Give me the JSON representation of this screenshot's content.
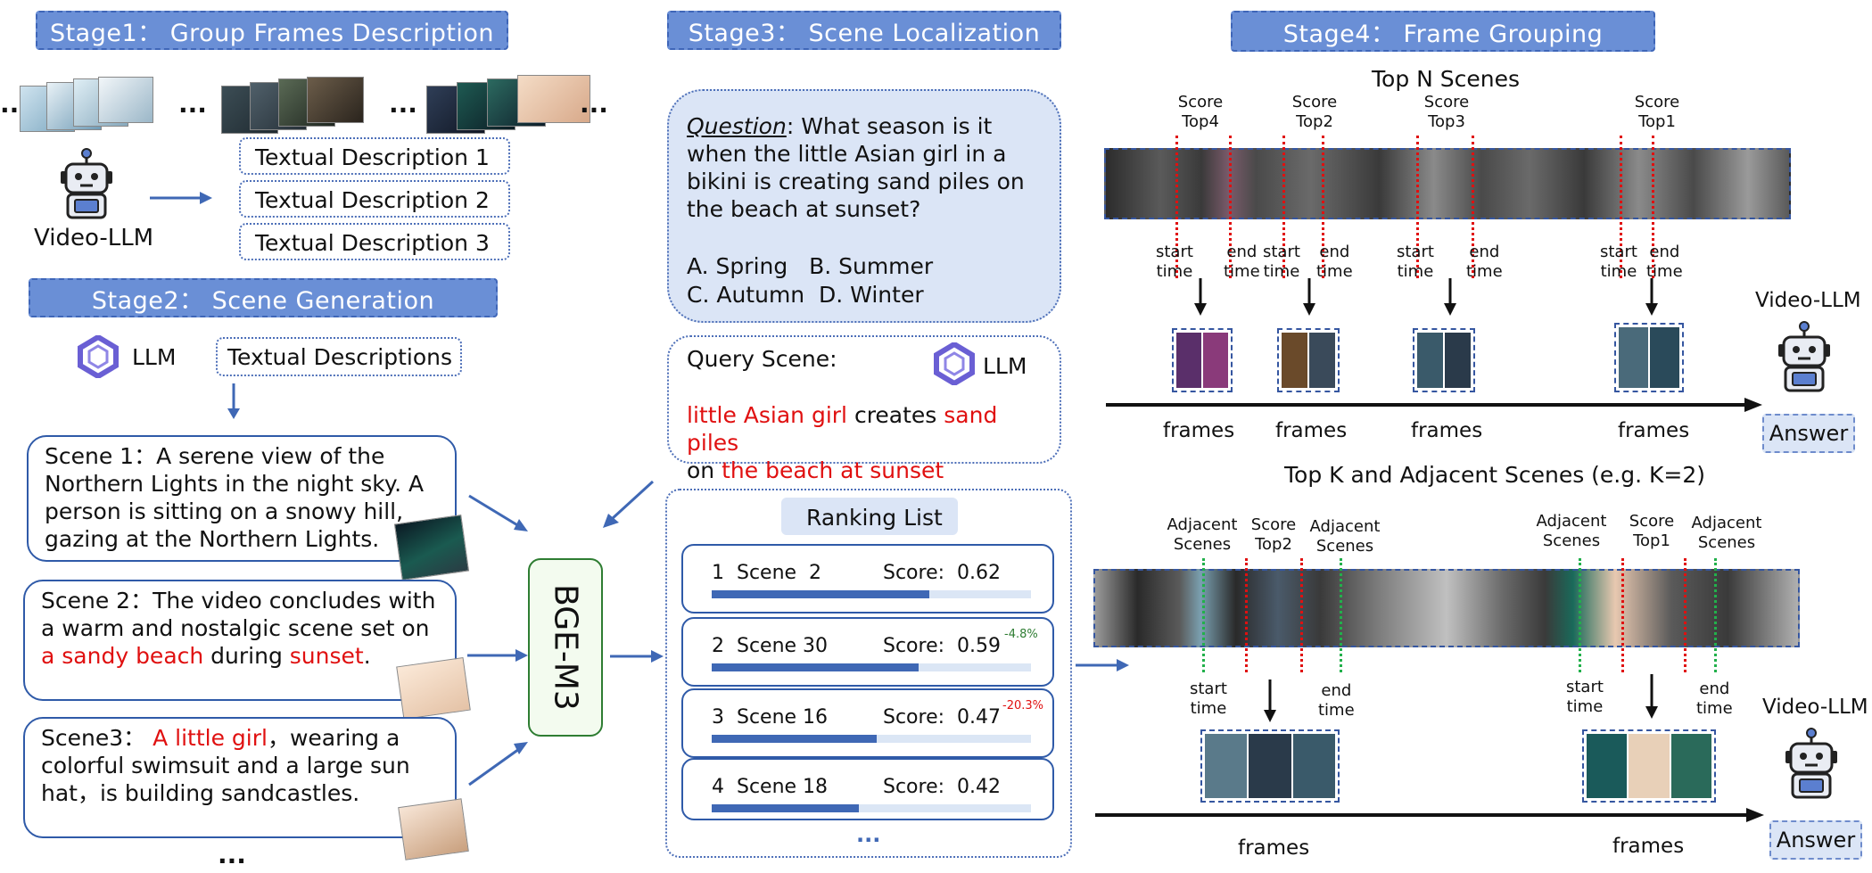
{
  "stage1": {
    "title": "Stage1：  Group Frames Description",
    "model": "Video-LLM",
    "ellipsis": "...",
    "descriptions": [
      "Textual Description 1",
      "Textual Description 2",
      "Textual Description 3"
    ]
  },
  "stage2": {
    "title": "Stage2：  Scene Generation",
    "llm": "LLM",
    "input": "Textual Descriptions",
    "embedder": "BGE-M3",
    "more": "...",
    "scene1": "Scene 1：A serene view of the Northern Lights in the night sky. A person is sitting on a snowy hill, gazing at the Northern Lights.",
    "scene2": {
      "a": "Scene 2：The video concludes with a warm and nostalgic scene set on ",
      "b": "a sandy beach",
      "c": " during ",
      "d": "sunset",
      "e": "."
    },
    "scene3": {
      "a": "Scene3： ",
      "b": "A little girl",
      "c": "，wearing a colorful swimsuit and a large sun hat，is building sandcastles."
    }
  },
  "stage3": {
    "title": "Stage3：  Scene Localization",
    "question_label": "Question",
    "question_text": ": What season is it when the little Asian girl in a bikini is creating sand piles on the beach at sunset?",
    "options_line1": "A. Spring   B. Summer",
    "options_line2": "C. Autumn  D. Winter",
    "query_label": "Query Scene:",
    "llm": "LLM",
    "query": {
      "a": "little Asian girl",
      "b": " creates ",
      "c": "sand piles",
      "d": "on ",
      "e": "the beach at sunset"
    },
    "ranking_title": "Ranking List",
    "rows": [
      {
        "rank": "1  Scene  2",
        "score": "Score:  0.62",
        "delta": "",
        "fill": 0.62
      },
      {
        "rank": "2  Scene 30",
        "score": "Score:  0.59",
        "delta": "-4.8%",
        "fill": 0.59
      },
      {
        "rank": "3  Scene 16",
        "score": "Score:  0.47",
        "delta": "-20.3%",
        "fill": 0.47
      },
      {
        "rank": "4  Scene 18",
        "score": "Score:  0.42",
        "delta": "",
        "fill": 0.42
      }
    ],
    "more": "..."
  },
  "stage4": {
    "title": "Stage4：  Frame Grouping",
    "topn_title": "Top N Scenes",
    "topk_title": "Top K and Adjacent Scenes (e.g. K=2)",
    "score_labels": [
      "Score\nTop4",
      "Score\nTop2",
      "Score\nTop3",
      "Score\nTop1"
    ],
    "start": "start\ntime",
    "end": "end\ntime",
    "adjacent": "Adjacent\nScenes",
    "score_top2": "Score\nTop2",
    "score_top1": "Score\nTop1",
    "frames": "frames",
    "model": "Video-LLM",
    "answer": "Answer"
  },
  "colors": {
    "header": "#6a8fd6",
    "accent_blue": "#2f5aa8",
    "red": "#e01010",
    "green": "#22b04b",
    "green_delta": "#2e7d32"
  }
}
